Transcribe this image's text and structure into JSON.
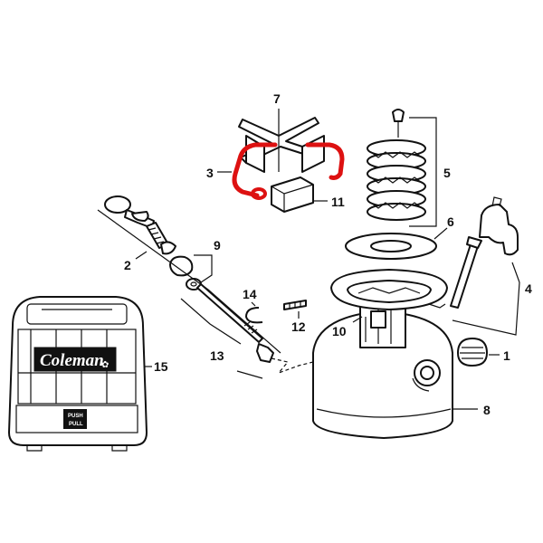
{
  "diagram": {
    "highlight_color": "#dd1111",
    "line_color": "#111111",
    "brand_logo": "Coleman",
    "case_button_top": "PUSH",
    "case_button_bottom": "PULL",
    "part_labels": {
      "p1": "1",
      "p2": "2",
      "p3": "3",
      "p4": "4",
      "p5": "5",
      "p6": "6",
      "p7": "7",
      "p8": "8",
      "p9": "9",
      "p10": "10",
      "p11": "11",
      "p12": "12",
      "p13": "13",
      "p14": "14",
      "p15": "15"
    }
  }
}
